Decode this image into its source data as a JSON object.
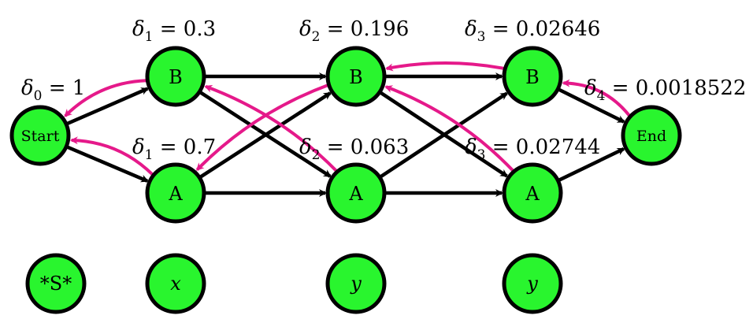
{
  "colors": {
    "node_fill": "#29f52e",
    "forward_edge": "#000000",
    "backpointer_edge": "#e5198a"
  },
  "nodes": [
    {
      "id": "start",
      "label": "Start",
      "col": 0,
      "row": "mid"
    },
    {
      "id": "b1",
      "label": "B",
      "col": 1,
      "row": "top"
    },
    {
      "id": "a1",
      "label": "A",
      "col": 1,
      "row": "bottom"
    },
    {
      "id": "b2",
      "label": "B",
      "col": 2,
      "row": "top"
    },
    {
      "id": "a2",
      "label": "A",
      "col": 2,
      "row": "bottom"
    },
    {
      "id": "b3",
      "label": "B",
      "col": 3,
      "row": "top"
    },
    {
      "id": "a3",
      "label": "A",
      "col": 3,
      "row": "bottom"
    },
    {
      "id": "end",
      "label": "End",
      "col": 4,
      "row": "mid"
    }
  ],
  "observations": [
    {
      "id": "obs0",
      "label": "*S*",
      "italic": false
    },
    {
      "id": "obs1",
      "label": "x",
      "italic": true
    },
    {
      "id": "obs2",
      "label": "y",
      "italic": true
    },
    {
      "id": "obs3",
      "label": "y",
      "italic": true
    }
  ],
  "deltas": [
    {
      "node": "start",
      "sym": "δ",
      "sub": "0",
      "value": "1"
    },
    {
      "node": "b1",
      "sym": "δ",
      "sub": "1",
      "value": "0.3"
    },
    {
      "node": "a1",
      "sym": "δ",
      "sub": "1",
      "value": "0.7"
    },
    {
      "node": "b2",
      "sym": "δ",
      "sub": "2",
      "value": "0.196"
    },
    {
      "node": "a2",
      "sym": "δ",
      "sub": "2",
      "value": "0.063"
    },
    {
      "node": "b3",
      "sym": "δ",
      "sub": "3",
      "value": "0.02646"
    },
    {
      "node": "a3",
      "sym": "δ",
      "sub": "3",
      "value": "0.02744"
    },
    {
      "node": "end",
      "sym": "δ",
      "sub": "4",
      "value": "0.0018522"
    }
  ],
  "forward_edges": [
    [
      "start",
      "b1"
    ],
    [
      "start",
      "a1"
    ],
    [
      "b1",
      "b2"
    ],
    [
      "b1",
      "a2"
    ],
    [
      "a1",
      "b2"
    ],
    [
      "a1",
      "a2"
    ],
    [
      "b2",
      "b3"
    ],
    [
      "b2",
      "a3"
    ],
    [
      "a2",
      "b3"
    ],
    [
      "a2",
      "a3"
    ],
    [
      "b3",
      "end"
    ],
    [
      "a3",
      "end"
    ]
  ],
  "backpointers": [
    [
      "b1",
      "start"
    ],
    [
      "a1",
      "start"
    ],
    [
      "b2",
      "a1"
    ],
    [
      "a2",
      "b1"
    ],
    [
      "b3",
      "b2"
    ],
    [
      "a3",
      "b2"
    ],
    [
      "end",
      "b3"
    ]
  ]
}
